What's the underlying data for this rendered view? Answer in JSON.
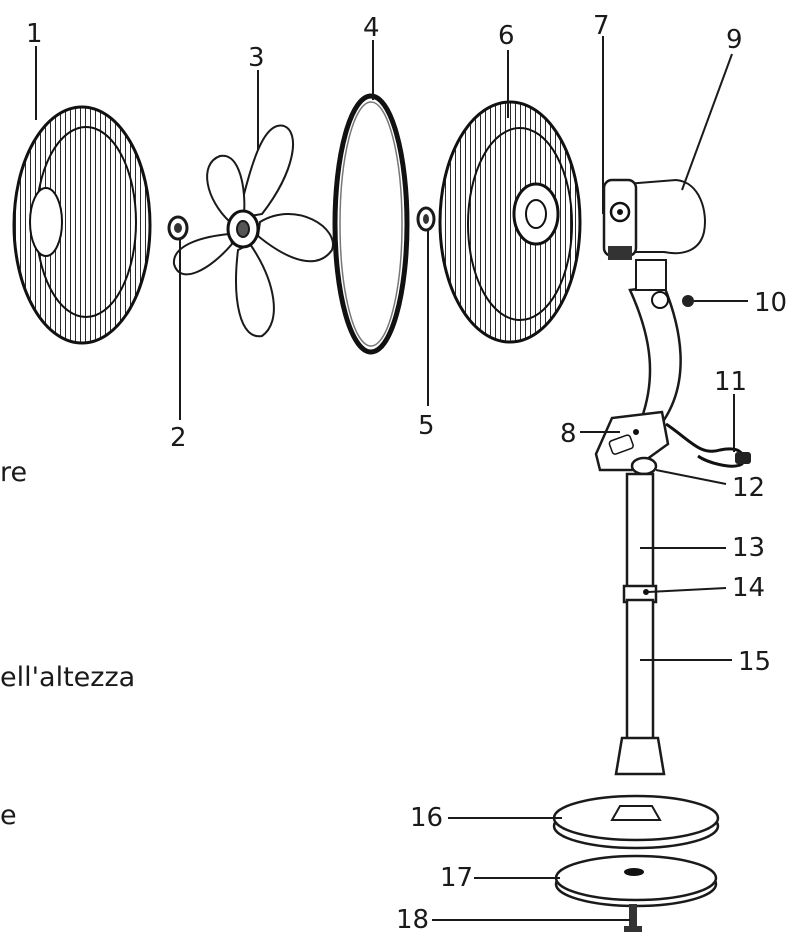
{
  "callouts": [
    "1",
    "2",
    "3",
    "4",
    "5",
    "6",
    "7",
    "8",
    "9",
    "10",
    "11",
    "12",
    "13",
    "14",
    "15",
    "16",
    "17",
    "18"
  ],
  "side_text": [
    "re",
    "ell'altezza",
    "e"
  ]
}
